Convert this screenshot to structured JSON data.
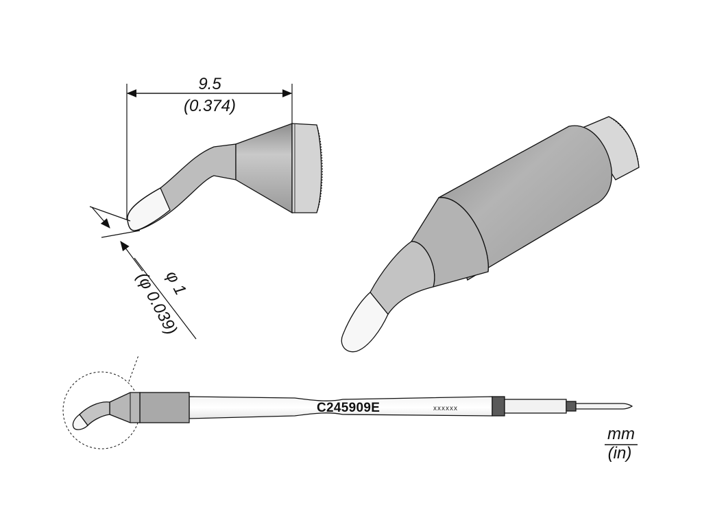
{
  "dimensions": {
    "length_mm": "9.5",
    "length_in": "(0.374)",
    "diameter_mm": "φ 1",
    "diameter_in": "(φ 0.039)"
  },
  "part": {
    "code": "C245909E",
    "serial": "xxxxxx"
  },
  "units": {
    "mm": "mm",
    "in": "(in)"
  },
  "colors": {
    "body_gray": "#a9a9a9",
    "light_gray": "#e2e2e2",
    "white_tip": "#f7f7f7",
    "dark_band": "#5a5a5a"
  }
}
